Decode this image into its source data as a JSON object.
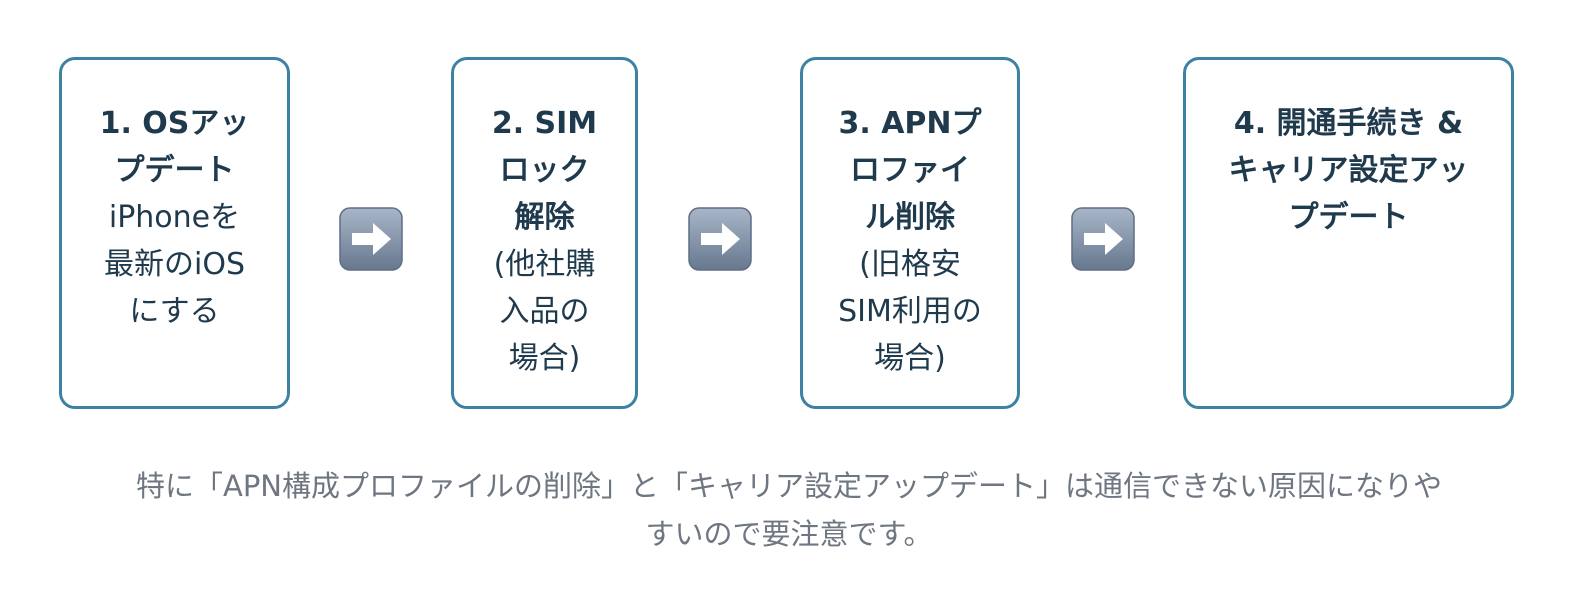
{
  "steps": [
    {
      "title": "1. OSアッ\nプデート",
      "desc": "iPhoneを\n最新のiOS\nにする"
    },
    {
      "title": "2. SIM\nロック\n解除",
      "desc": "(他社購\n入品の\n場合)"
    },
    {
      "title": "3. APNプ\nロファイ\nル削除",
      "desc": "(旧格安\nSIM利用の\n場合)"
    },
    {
      "title": "4. 開通手続き &\nキャリア設定アッ\nプデート",
      "desc": ""
    }
  ],
  "arrows": [
    {
      "icon": "right-arrow-icon"
    },
    {
      "icon": "right-arrow-icon"
    },
    {
      "icon": "right-arrow-icon"
    }
  ],
  "note": "特に「APN構成プロファイルの削除」と「キャリア設定アップデート」は通信できない原因になりや\nすいので要注意です。",
  "colors": {
    "box_border": "#3d82a3",
    "title_text": "#1f3a4d",
    "note_text": "#6e7681",
    "arrow_bg": "#7d8fa8",
    "arrow_fg": "#ffffff"
  }
}
